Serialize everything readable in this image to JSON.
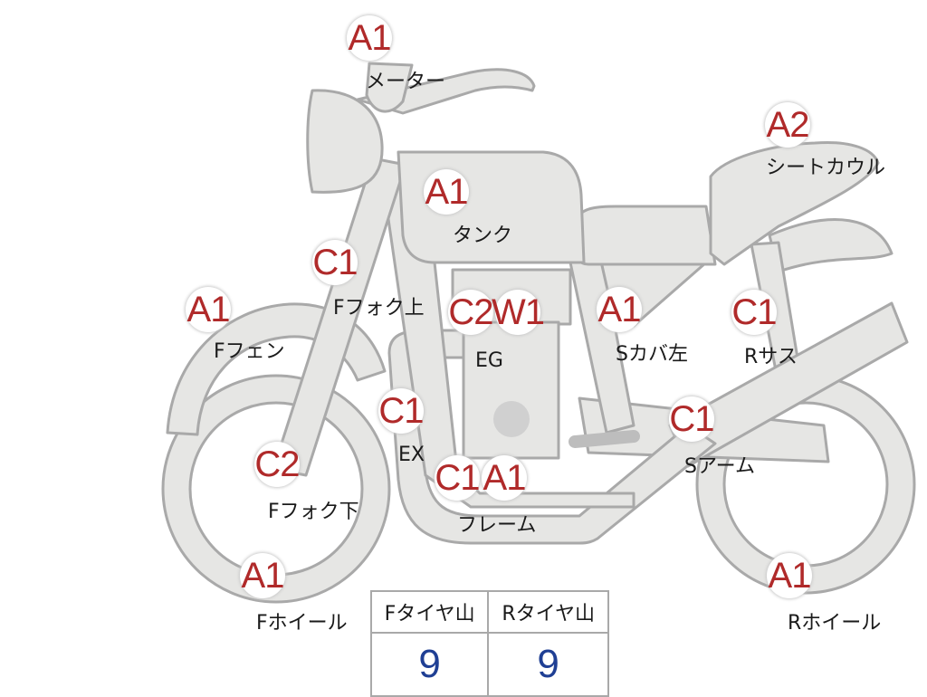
{
  "colors": {
    "grade": "#b02a2a",
    "tread_value": "#1f3f94",
    "body_fill": "#e6e6e4",
    "outline": "#a9a9a9"
  },
  "parts": [
    {
      "id": "meter",
      "grade": "A1",
      "label": "メーター"
    },
    {
      "id": "tank",
      "grade": "A1",
      "label": "タンク"
    },
    {
      "id": "seat-cowl",
      "grade": "A2",
      "label": "シートカウル"
    },
    {
      "id": "f-fork-upper",
      "grade": "C1",
      "label": "Fフォク上"
    },
    {
      "id": "f-fender",
      "grade": "A1",
      "label": "Fフェン"
    },
    {
      "id": "engine",
      "grade": "C2",
      "grade2": "W1",
      "label": "EG"
    },
    {
      "id": "side-cover-left",
      "grade": "A1",
      "label": "Sカバ左"
    },
    {
      "id": "r-suspension",
      "grade": "C1",
      "label": "Rサス"
    },
    {
      "id": "exhaust",
      "grade": "C1",
      "label": "EX"
    },
    {
      "id": "swing-arm",
      "grade": "C1",
      "label": "Sアーム"
    },
    {
      "id": "f-fork-lower",
      "grade": "C2",
      "label": "Fフォク下"
    },
    {
      "id": "frame",
      "grade": "C1",
      "grade2": "A1",
      "label": "フレーム"
    },
    {
      "id": "f-wheel",
      "grade": "A1",
      "label": "Fホイール"
    },
    {
      "id": "r-wheel",
      "grade": "A1",
      "label": "Rホイール"
    }
  ],
  "tread": {
    "headers": [
      "Fタイヤ山",
      "Rタイヤ山"
    ],
    "values": [
      "9",
      "9"
    ]
  }
}
